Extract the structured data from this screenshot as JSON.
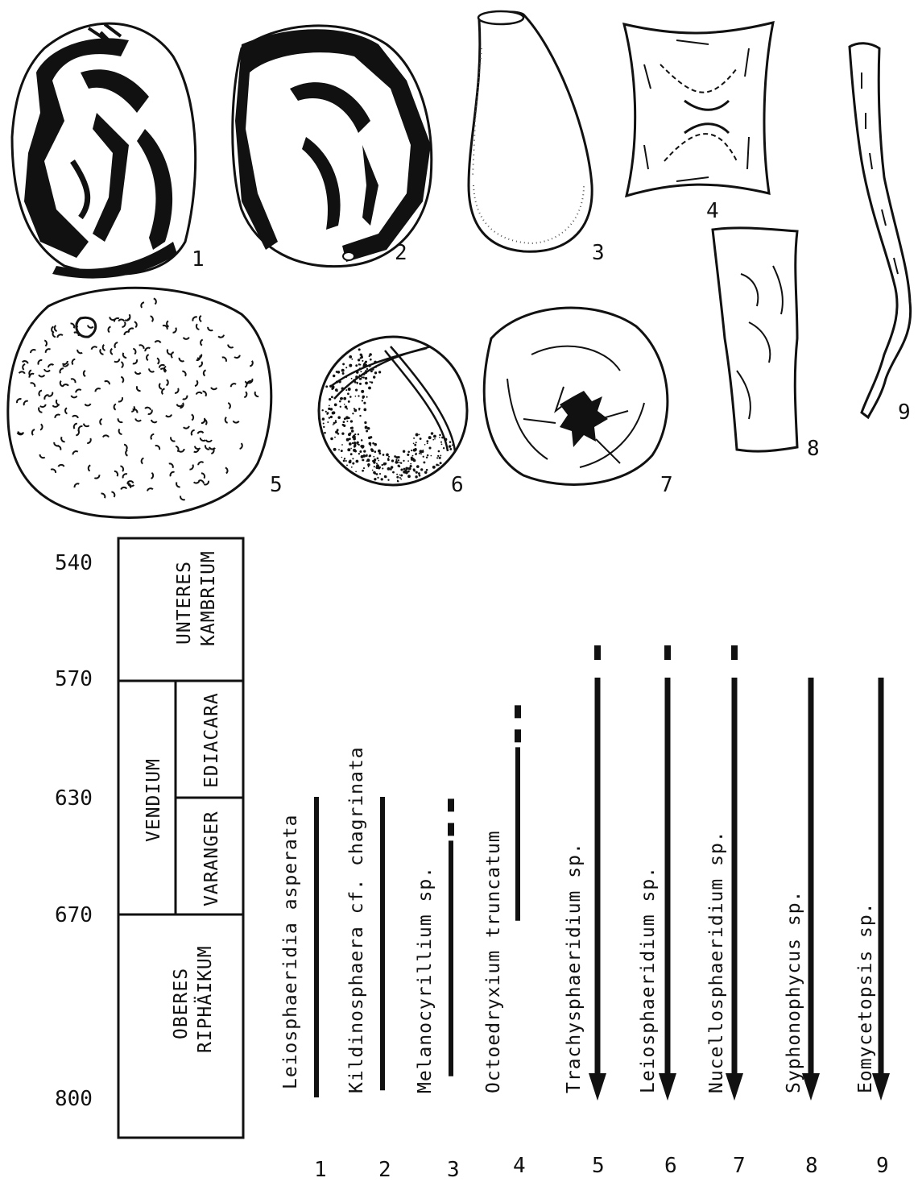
{
  "figures": {
    "labels": [
      "1",
      "2",
      "3",
      "4",
      "5",
      "6",
      "7",
      "8",
      "9"
    ]
  },
  "time_axis": {
    "ages": [
      "540",
      "570",
      "630",
      "670",
      "800"
    ]
  },
  "stratigraphy": {
    "unteres_kambrium": [
      "UNTERES",
      "KAMBRIUM"
    ],
    "vendium": "VENDIUM",
    "ediacara": "EDIACARA",
    "varanger": "VARANGER",
    "oberes_riphaikum": [
      "OBERES",
      "RIPHÄIKUM"
    ]
  },
  "taxa": [
    "Leiosphaeridia asperata",
    "Kildinosphaera cf. chagrinata",
    "Melanocyrillium sp.",
    "Octoedryxium truncatum",
    "Trachysphaeridium sp.",
    "Leiosphaeridium sp.",
    "Nucellosphaeridium sp.",
    "Syphonophycus sp.",
    "Eomycetopsis sp."
  ],
  "columns": [
    "1",
    "2",
    "3",
    "4",
    "5",
    "6",
    "7",
    "8",
    "9"
  ],
  "ranges": [
    {
      "column": "1",
      "from": 800,
      "to": 630,
      "uncertain_top": false,
      "continues": false
    },
    {
      "column": "2",
      "from": 795,
      "to": 630,
      "uncertain_top": false,
      "continues": false
    },
    {
      "column": "3",
      "from": 785,
      "to": 645,
      "uncertain_top": true,
      "continues": false
    },
    {
      "column": "4",
      "from": 675,
      "to": 605,
      "uncertain_top": true,
      "continues": false
    },
    {
      "column": "5",
      "from": 800,
      "to": 570,
      "uncertain_top": true,
      "continues": true
    },
    {
      "column": "6",
      "from": 800,
      "to": 570,
      "uncertain_top": true,
      "continues": true
    },
    {
      "column": "7",
      "from": 800,
      "to": 570,
      "uncertain_top": true,
      "continues": true
    },
    {
      "column": "8",
      "from": 800,
      "to": 570,
      "uncertain_top": false,
      "continues": true
    },
    {
      "column": "9",
      "from": 800,
      "to": 570,
      "uncertain_top": false,
      "continues": true
    }
  ]
}
